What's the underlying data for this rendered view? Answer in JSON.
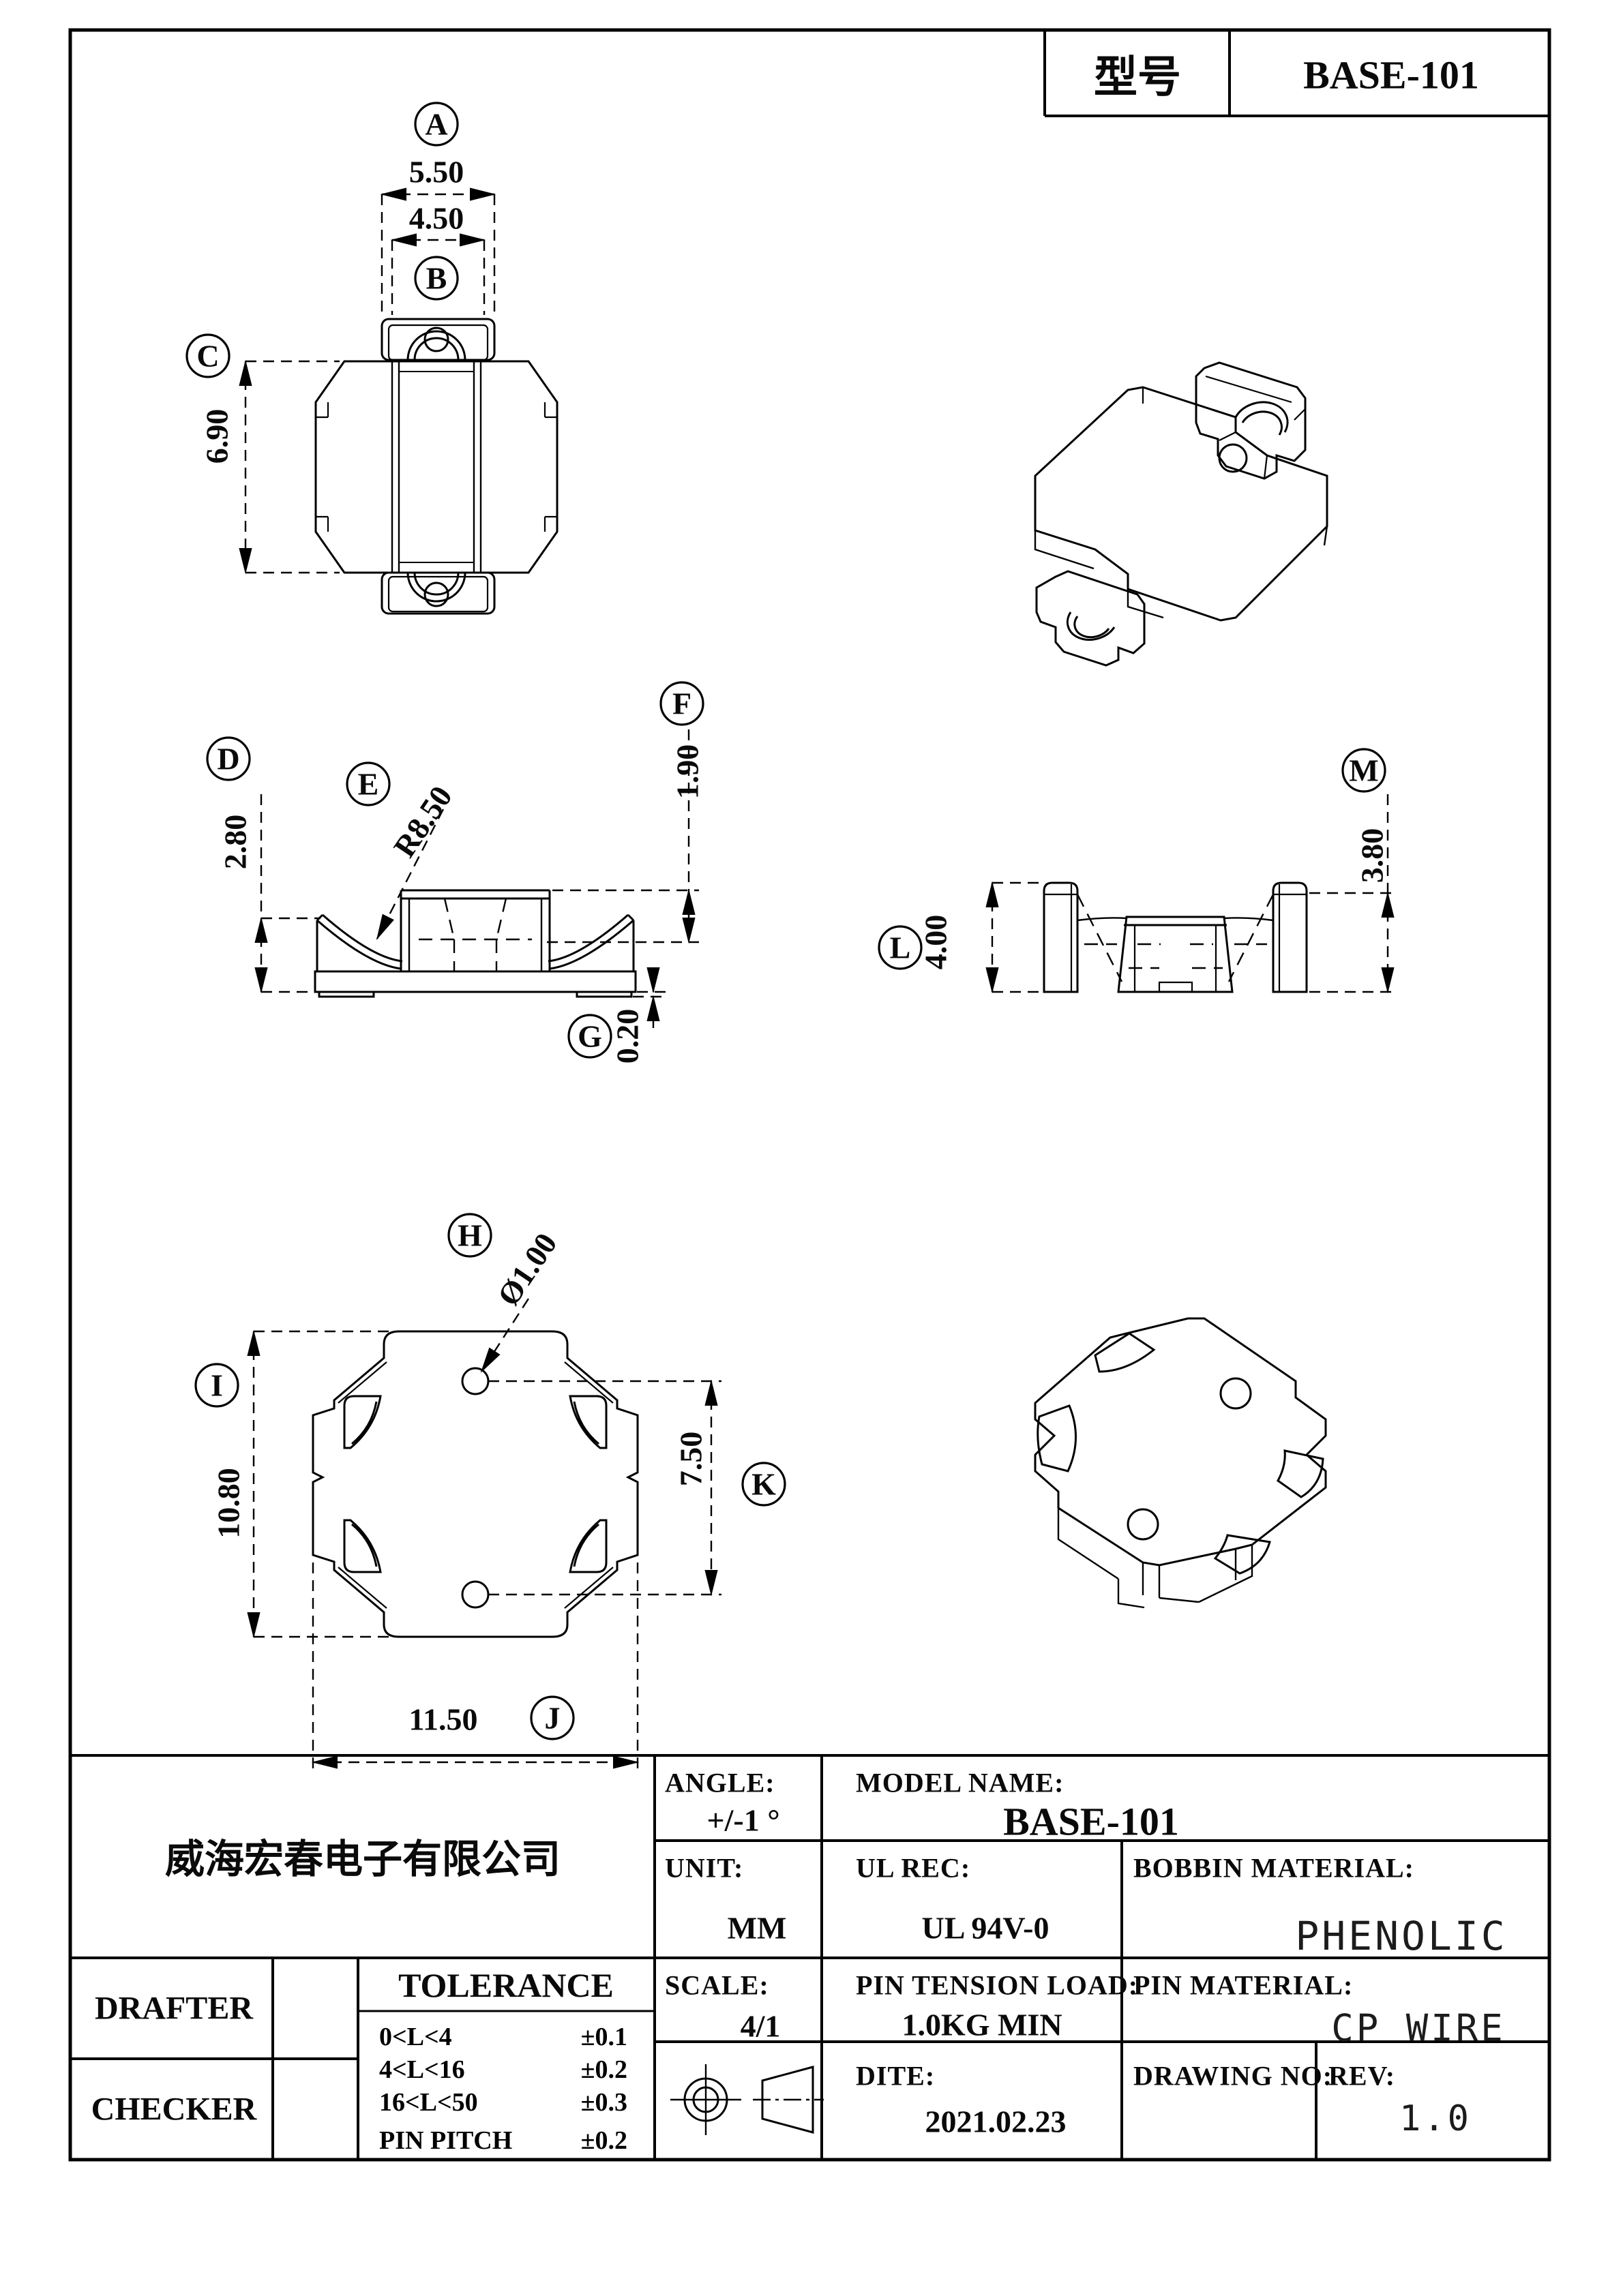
{
  "header": {
    "model_label": "型号",
    "model_value": "BASE-101"
  },
  "balloons": {
    "A": "A",
    "B": "B",
    "C": "C",
    "D": "D",
    "E": "E",
    "F": "F",
    "G": "G",
    "H": "H",
    "I": "I",
    "J": "J",
    "K": "K",
    "L": "L",
    "M": "M"
  },
  "dims": {
    "a": "5.50",
    "b": "4.50",
    "c": "6.90",
    "d": "2.80",
    "e": "R8.50",
    "f": "1.90",
    "g": "0.20",
    "h": "Ø1.00",
    "i": "10.80",
    "j": "11.50",
    "k": "7.50",
    "l": "4.00",
    "m": "3.80"
  },
  "title_block": {
    "company": "威海宏春电子有限公司",
    "drafter_label": "DRAFTER",
    "checker_label": "CHECKER",
    "tolerance_title": "TOLERANCE",
    "tolerance_rows": [
      {
        "range": "0<L<4",
        "tol": "±0.1"
      },
      {
        "range": "4<L<16",
        "tol": "±0.2"
      },
      {
        "range": "16<L<50",
        "tol": "±0.3"
      },
      {
        "range": "PIN PITCH",
        "tol": "±0.2"
      }
    ],
    "angle_label": "ANGLE:",
    "angle_value": "+/-1 °",
    "unit_label": "UNIT:",
    "unit_value": "MM",
    "scale_label": "SCALE:",
    "scale_value": "4/1",
    "model_name_label": "MODEL NAME:",
    "model_name_value": "BASE-101",
    "ul_rec_label": "UL REC:",
    "ul_rec_value": "UL 94V-0",
    "pin_tension_label": "PIN TENSION LOAD:",
    "pin_tension_value": "1.0KG MIN",
    "dite_label": "DITE:",
    "dite_value": "2021.02.23",
    "bobbin_material_label": "BOBBIN MATERIAL:",
    "bobbin_material_value": "PHENOLIC",
    "pin_material_label": "PIN MATERIAL:",
    "pin_material_value": "CP WIRE",
    "drawing_no_label": "DRAWING NO:",
    "rev_label": "REV:",
    "rev_value": "1.0"
  }
}
